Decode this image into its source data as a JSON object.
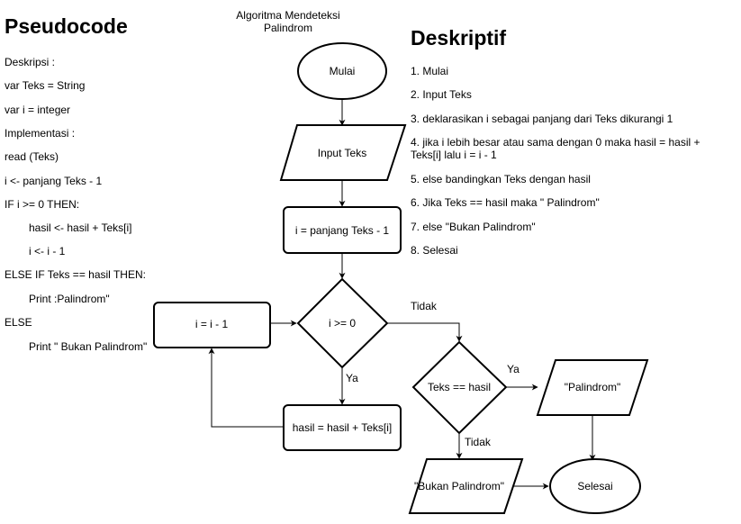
{
  "pseudocode": {
    "heading": "Pseudocode",
    "lines": [
      "Deskripsi :",
      "var Teks = String",
      "var i = integer",
      "Implementasi :",
      "read (Teks)",
      "i <- panjang Teks - 1",
      "IF i >= 0 THEN:",
      "hasil <- hasil + Teks[i]",
      "i <- i - 1",
      "ELSE IF Teks == hasil THEN:",
      "Print :Palindrom\"",
      "ELSE",
      "Print \" Bukan Palindrom\""
    ]
  },
  "diagram_title": {
    "line1": "Algoritma Mendeteksi",
    "line2": "Palindrom"
  },
  "deskriptif": {
    "heading": "Deskriptif",
    "steps": [
      "1. Mulai",
      "2. Input Teks",
      "3. deklarasikan i sebagai panjang dari Teks dikurangi 1",
      "4. jika i lebih besar atau sama dengan 0 maka hasil = hasil + Teks[i] lalu i = i - 1",
      "5. else bandingkan Teks dengan hasil",
      "6. Jika Teks == hasil maka \" Palindrom\"",
      "7. else \"Bukan Palindrom\"",
      "8. Selesai"
    ]
  },
  "flowchart": {
    "start": "Mulai",
    "input": "Input Teks",
    "init": "i = panjang Teks - 1",
    "cond1": "i >= 0",
    "decrement": "i = i - 1",
    "accumulate": "hasil = hasil + Teks[i]",
    "cond2": "Teks == hasil",
    "out_yes": "\"Palindrom\"",
    "out_no": "\"Bukan Palindrom\"",
    "end": "Selesai",
    "label_tidak_1": "Tidak",
    "label_ya_1": "Ya",
    "label_ya_2": "Ya",
    "label_tidak_2": "Tidak"
  }
}
